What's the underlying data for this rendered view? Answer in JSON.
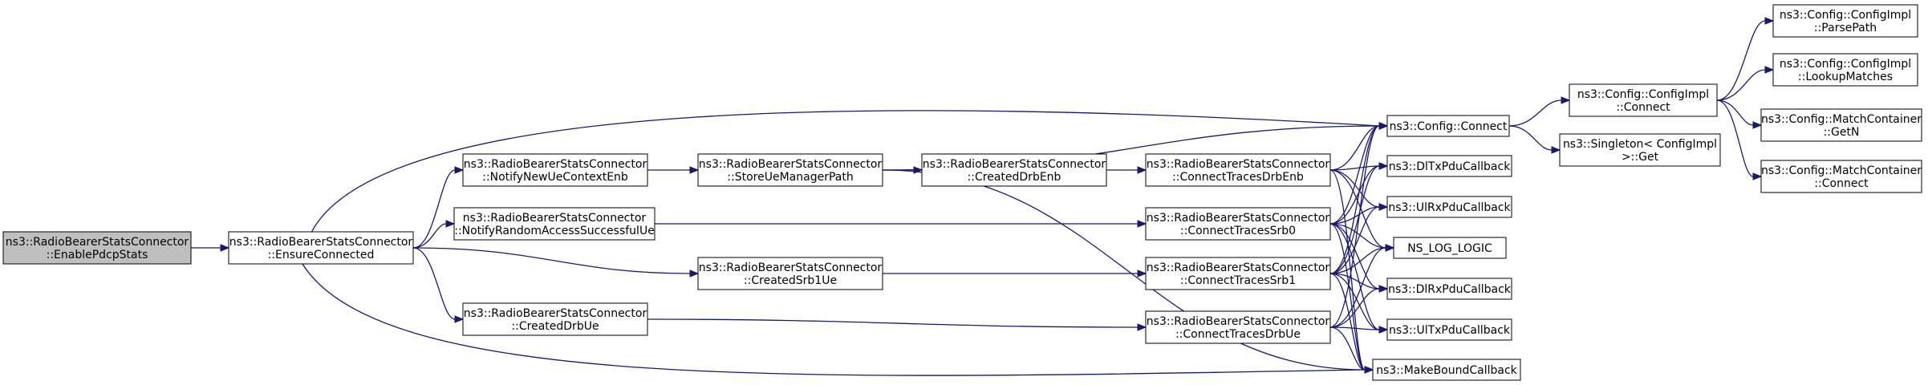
{
  "colors": {
    "node_fill": "#ffffff",
    "root_fill": "#bfbfbf",
    "border": "#000000",
    "edge": "#191970"
  },
  "nodes": [
    {
      "id": "enable",
      "lines": [
        "ns3::RadioBearerStatsConnector",
        "::EnablePdcpStats"
      ],
      "root": true
    },
    {
      "id": "ensure",
      "lines": [
        "ns3::RadioBearerStatsConnector",
        "::EnsureConnected"
      ]
    },
    {
      "id": "notifyNewUe",
      "lines": [
        "ns3::RadioBearerStatsConnector",
        "::NotifyNewUeContextEnb"
      ]
    },
    {
      "id": "notifyRa",
      "lines": [
        "ns3::RadioBearerStatsConnector",
        "::NotifyRandomAccessSuccessfulUe"
      ]
    },
    {
      "id": "createdSrb1",
      "lines": [
        "ns3::RadioBearerStatsConnector",
        "::CreatedSrb1Ue"
      ]
    },
    {
      "id": "createdDrbUe",
      "lines": [
        "ns3::RadioBearerStatsConnector",
        "::CreatedDrbUe"
      ]
    },
    {
      "id": "storeUe",
      "lines": [
        "ns3::RadioBearerStatsConnector",
        "::StoreUeManagerPath"
      ]
    },
    {
      "id": "createdDrbEnb",
      "lines": [
        "ns3::RadioBearerStatsConnector",
        "::CreatedDrbEnb"
      ]
    },
    {
      "id": "ctDrbEnb",
      "lines": [
        "ns3::RadioBearerStatsConnector",
        "::ConnectTracesDrbEnb"
      ]
    },
    {
      "id": "ctSrb0",
      "lines": [
        "ns3::RadioBearerStatsConnector",
        "::ConnectTracesSrb0"
      ]
    },
    {
      "id": "ctSrb1",
      "lines": [
        "ns3::RadioBearerStatsConnector",
        "::ConnectTracesSrb1"
      ]
    },
    {
      "id": "ctDrbUe",
      "lines": [
        "ns3::RadioBearerStatsConnector",
        "::ConnectTracesDrbUe"
      ]
    },
    {
      "id": "cfgConnect",
      "lines": [
        "ns3::Config::Connect"
      ]
    },
    {
      "id": "dlTx",
      "lines": [
        "ns3::DlTxPduCallback"
      ]
    },
    {
      "id": "ulRx",
      "lines": [
        "ns3::UlRxPduCallback"
      ]
    },
    {
      "id": "nsLog",
      "lines": [
        "NS_LOG_LOGIC"
      ]
    },
    {
      "id": "dlRx",
      "lines": [
        "ns3::DlRxPduCallback"
      ]
    },
    {
      "id": "ulTx",
      "lines": [
        "ns3::UlTxPduCallback"
      ]
    },
    {
      "id": "makeBound",
      "lines": [
        "ns3::MakeBoundCallback"
      ]
    },
    {
      "id": "implConnect",
      "lines": [
        "ns3::Config::ConfigImpl",
        "::Connect"
      ]
    },
    {
      "id": "singleton",
      "lines": [
        "ns3::Singleton< ConfigImpl",
        ">::Get"
      ]
    },
    {
      "id": "parsePath",
      "lines": [
        "ns3::Config::ConfigImpl",
        "::ParsePath"
      ]
    },
    {
      "id": "lookup",
      "lines": [
        "ns3::Config::ConfigImpl",
        "::LookupMatches"
      ]
    },
    {
      "id": "getN",
      "lines": [
        "ns3::Config::MatchContainer",
        "::GetN"
      ]
    },
    {
      "id": "mcConnect",
      "lines": [
        "ns3::Config::MatchContainer",
        "::Connect"
      ]
    }
  ]
}
